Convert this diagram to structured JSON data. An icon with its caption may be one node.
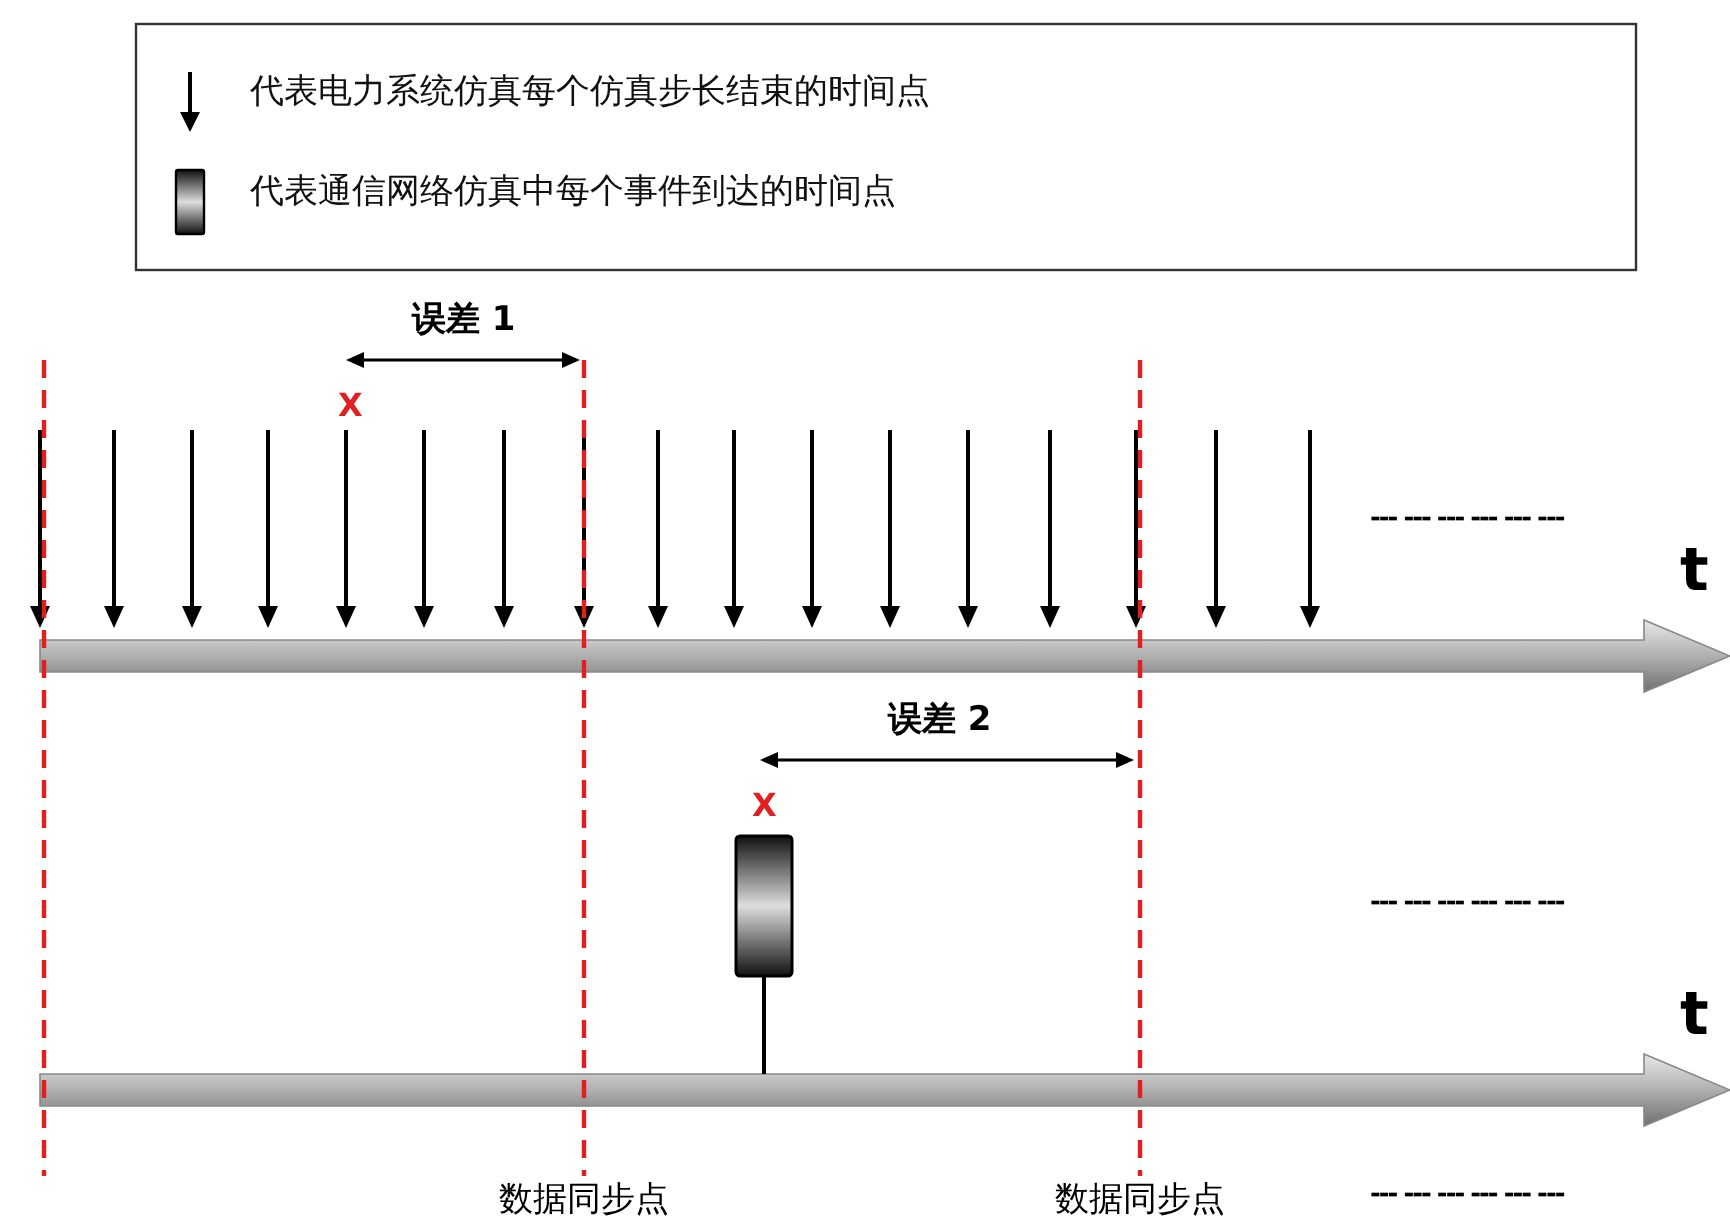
{
  "diagram": {
    "labels": [
      "误差 1",
      "X",
      "--- --- --- --- --- ---",
      "t",
      "误差 2",
      "X",
      "--- --- --- --- --- ---",
      "t",
      "数据同步点",
      "数据同步点",
      "--- --- --- --- --- ---"
    ],
    "legend": [
      {
        "text": "代表电力系统仿真每个仿真步长结束的时间点"
      },
      {
        "text": "代表通信网络仿真中每个事件到达的时间点"
      }
    ]
  }
}
